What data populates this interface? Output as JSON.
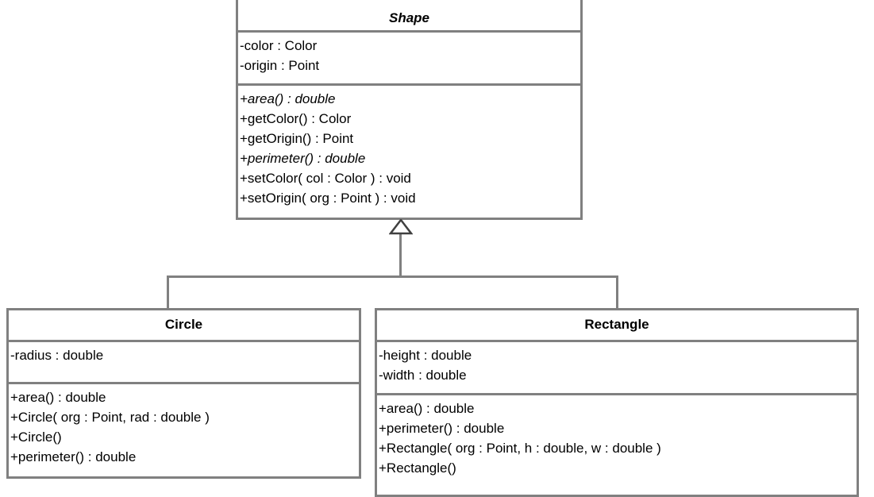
{
  "diagram": {
    "type": "uml-class-diagram",
    "relationship": "generalization",
    "line_color": "#808080",
    "background_color": "#ffffff",
    "text_color": "#000000"
  },
  "classes": {
    "shape": {
      "name": "Shape",
      "is_abstract": true,
      "attributes": [
        {
          "text": "-color : Color",
          "is_abstract": false
        },
        {
          "text": "-origin : Point",
          "is_abstract": false
        }
      ],
      "operations": [
        {
          "text": "+area() : double",
          "is_abstract": true
        },
        {
          "text": "+getColor() : Color",
          "is_abstract": false
        },
        {
          "text": "+getOrigin() : Point",
          "is_abstract": false
        },
        {
          "text": "+perimeter() : double",
          "is_abstract": true
        },
        {
          "text": "+setColor( col : Color ) : void",
          "is_abstract": false
        },
        {
          "text": "+setOrigin( org : Point ) : void",
          "is_abstract": false
        }
      ]
    },
    "circle": {
      "name": "Circle",
      "is_abstract": false,
      "attributes": [
        {
          "text": "-radius : double",
          "is_abstract": false
        }
      ],
      "operations": [
        {
          "text": "+area() : double",
          "is_abstract": false
        },
        {
          "text": "+Circle( org : Point, rad : double )",
          "is_abstract": false
        },
        {
          "text": "+Circle()",
          "is_abstract": false
        },
        {
          "text": "+perimeter() : double",
          "is_abstract": false
        }
      ]
    },
    "rectangle": {
      "name": "Rectangle",
      "is_abstract": false,
      "attributes": [
        {
          "text": "-height : double",
          "is_abstract": false
        },
        {
          "text": "-width : double",
          "is_abstract": false
        }
      ],
      "operations": [
        {
          "text": "+area() : double",
          "is_abstract": false
        },
        {
          "text": "+perimeter() : double",
          "is_abstract": false
        },
        {
          "text": "+Rectangle( org : Point, h : double, w : double )",
          "is_abstract": false
        },
        {
          "text": "+Rectangle()",
          "is_abstract": false
        }
      ]
    }
  }
}
